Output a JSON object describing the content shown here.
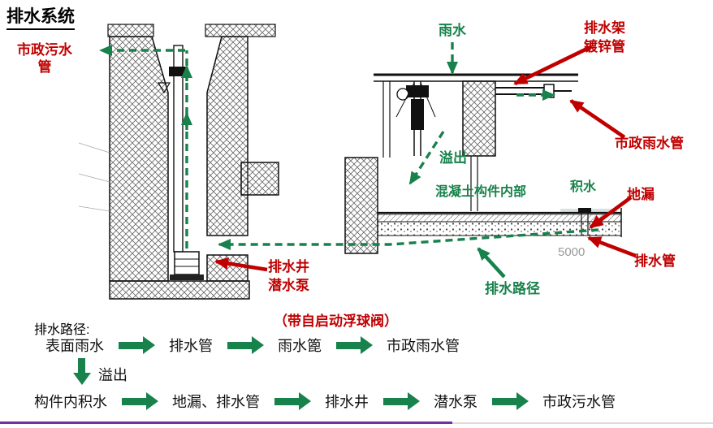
{
  "title": "排水系统",
  "colors": {
    "green": "#17824b",
    "red": "#c00000",
    "purple": "#7030a0",
    "gray_dim": "#9b9b9b"
  },
  "diagram": {
    "labels": {
      "municipal_sewage_pipe": "市政污水管",
      "rainwater": "雨水",
      "drain_rack": "排水架",
      "galvanized_pipe": "镀锌管",
      "municipal_rain_pipe": "市政雨水管",
      "overflow": "溢出",
      "inside_concrete": "混凝土构件内部",
      "ponding": "积水",
      "floor_drain": "地漏",
      "drain_pipe": "排水管",
      "drain_well": "排水井",
      "submersible_pump": "潜水泵",
      "float_valve_note": "（带自启动浮球阀）",
      "drain_path": "排水路径",
      "dimension_5000": "5000"
    }
  },
  "flowchart": {
    "heading": "排水路径:",
    "surface_row": [
      "表面雨水",
      "排水管",
      "雨水篦",
      "市政雨水管"
    ],
    "branch_label": "溢出",
    "overflow_row": [
      "构件内积水",
      "地漏、排水管",
      "排水井",
      "潜水泵",
      "市政污水管"
    ]
  }
}
